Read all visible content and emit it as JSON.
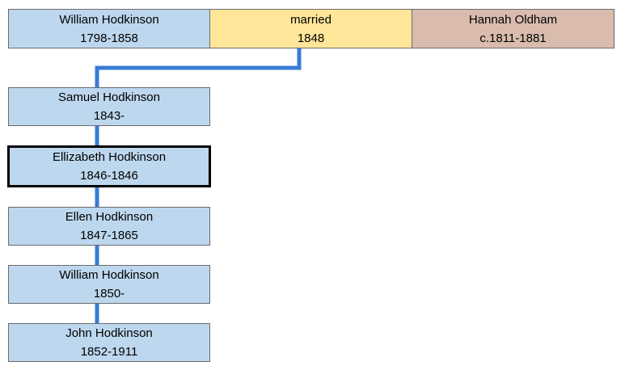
{
  "colors": {
    "person_fill": "#bdd7ee",
    "marriage_fill": "#ffe699",
    "spouse_fill": "#d9bcad",
    "connector": "#3a7bd5"
  },
  "father": {
    "name": "William Hodkinson",
    "dates": "1798-1858"
  },
  "marriage": {
    "label": "married",
    "year": "1848"
  },
  "mother": {
    "name": "Hannah Oldham",
    "dates": "c.1811-1881"
  },
  "children": [
    {
      "name": "Samuel Hodkinson",
      "dates": "1843-"
    },
    {
      "name": "Ellizabeth Hodkinson",
      "dates": "1846-1846"
    },
    {
      "name": "Ellen Hodkinson",
      "dates": "1847-1865"
    },
    {
      "name": "William Hodkinson",
      "dates": "1850-"
    },
    {
      "name": "John Hodkinson",
      "dates": "1852-1911"
    }
  ]
}
